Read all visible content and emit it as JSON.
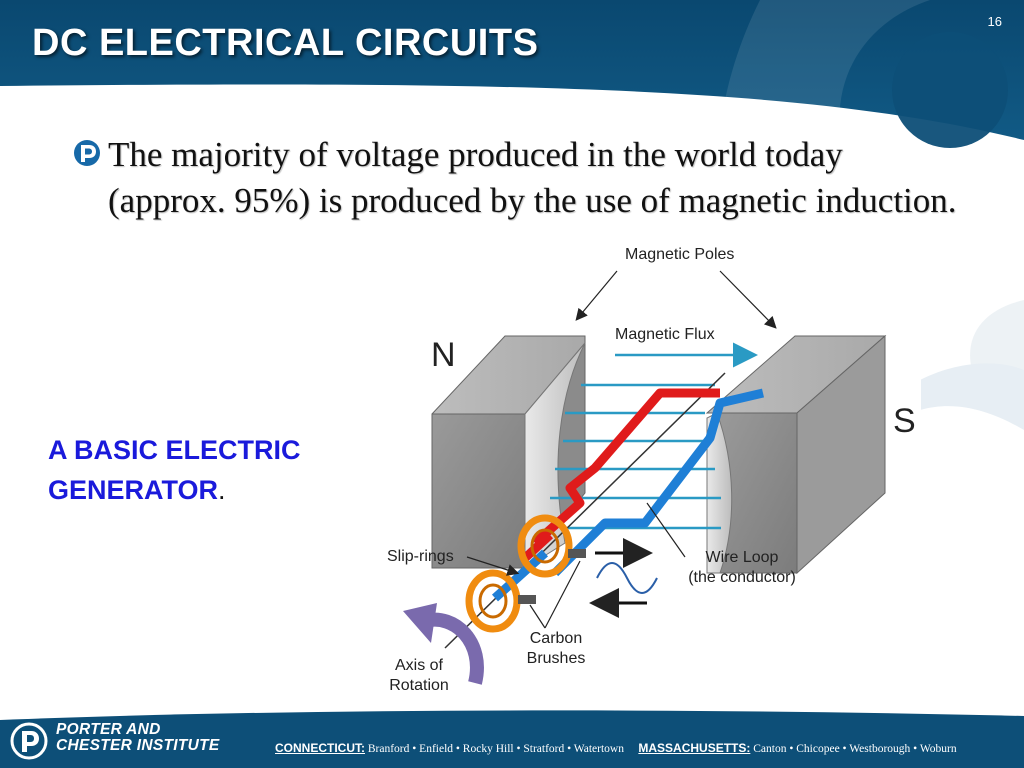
{
  "slide": {
    "title": "DC ELECTRICAL CIRCUITS",
    "page_number": "16",
    "bullet_text": "The majority of voltage produced in the world today (approx. 95%) is produced by the use of magnetic induction.",
    "caption_line1": "A BASIC ELECTRIC",
    "caption_line2": "GENERATOR",
    "caption_period": "."
  },
  "diagram": {
    "labels": {
      "magnetic_poles": "Magnetic Poles",
      "magnetic_flux": "Magnetic Flux",
      "north": "N",
      "south": "S",
      "slip_rings": "Slip-rings",
      "wire_loop_line1": "Wire Loop",
      "wire_loop_line2": "(the conductor)",
      "carbon_line1": "Carbon",
      "carbon_line2": "Brushes",
      "axis_line1": "Axis of",
      "axis_line2": "Rotation"
    }
  },
  "footer": {
    "brand_line1": "PORTER AND",
    "brand_line2": "CHESTER INSTITUTE",
    "ct_label": "CONNECTICUT:",
    "ct_towns": "Branford • Enfield • Rocky Hill • Stratford • Watertown",
    "ma_label": "MASSACHUSETTS:",
    "ma_towns": "Canton • Chicopee • Westborough • Woburn"
  },
  "colors": {
    "header_blue": "#0d4f78",
    "caption_blue": "#1a1adb",
    "wire_red": "#e01b1b",
    "wire_blue": "#1f7fd6",
    "flux_teal": "#2a9ac4",
    "ring_orange": "#f08c10",
    "axis_purple": "#7a6aad"
  }
}
